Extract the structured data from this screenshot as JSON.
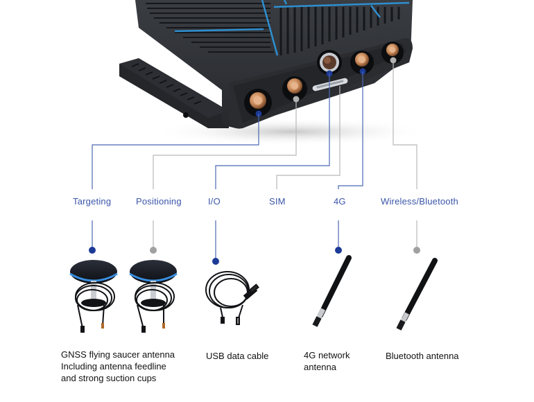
{
  "colors": {
    "accent_blue": "#3a55a8",
    "line_blue": "#4a68b5",
    "line_gray": "#b8b8b8",
    "dot_blue": "#1c3a96",
    "dot_gray": "#a0a0a0",
    "device_body": "#2f3236",
    "heatsink_stripe": "#2e8fd0",
    "connector_gold": "#c98a5a"
  },
  "ports": [
    {
      "id": "targeting",
      "label": "Targeting",
      "line_color": "blue"
    },
    {
      "id": "positioning",
      "label": "Positioning",
      "line_color": "gray"
    },
    {
      "id": "io",
      "label": "I/O",
      "line_color": "blue"
    },
    {
      "id": "sim",
      "label": "SIM",
      "line_color": "gray"
    },
    {
      "id": "4g",
      "label": "4G",
      "line_color": "blue"
    },
    {
      "id": "wireless",
      "label": "Wireless/Bluetooth",
      "line_color": "gray"
    }
  ],
  "accessories": [
    {
      "id": "gnss",
      "caption": "GNSS flying saucer antenna\nIncluding antenna feedline\nand strong suction cups",
      "icon": "gnss-saucer-antenna-icon"
    },
    {
      "id": "usb",
      "caption": "USB data cable",
      "icon": "usb-cable-icon"
    },
    {
      "id": "4g-antenna",
      "caption": "4G network\nantenna",
      "icon": "rod-antenna-icon"
    },
    {
      "id": "bt-antenna",
      "caption": "Bluetooth antenna",
      "icon": "rod-antenna-icon"
    }
  ]
}
